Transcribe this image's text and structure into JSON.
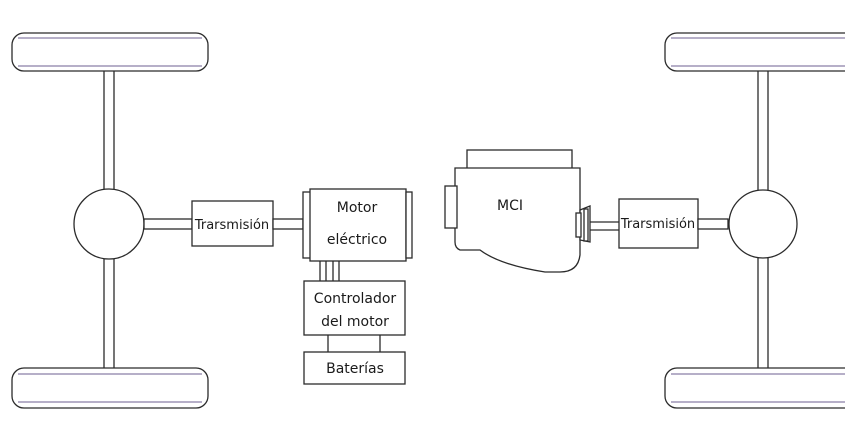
{
  "left_drivetrain": {
    "transmission_label": "Trarsmisión",
    "motor_label_line1": "Motor",
    "motor_label_line2": "eléctrico",
    "controller_label_line1": "Controlador",
    "controller_label_line2": "del motor",
    "battery_label": "Baterías"
  },
  "right_drivetrain": {
    "engine_label": "MCI",
    "transmission_label": "Trarsmisión"
  },
  "colors": {
    "stroke": "#2b2b2b",
    "tire_accent": "#8a7fa6",
    "background": "#ffffff"
  }
}
